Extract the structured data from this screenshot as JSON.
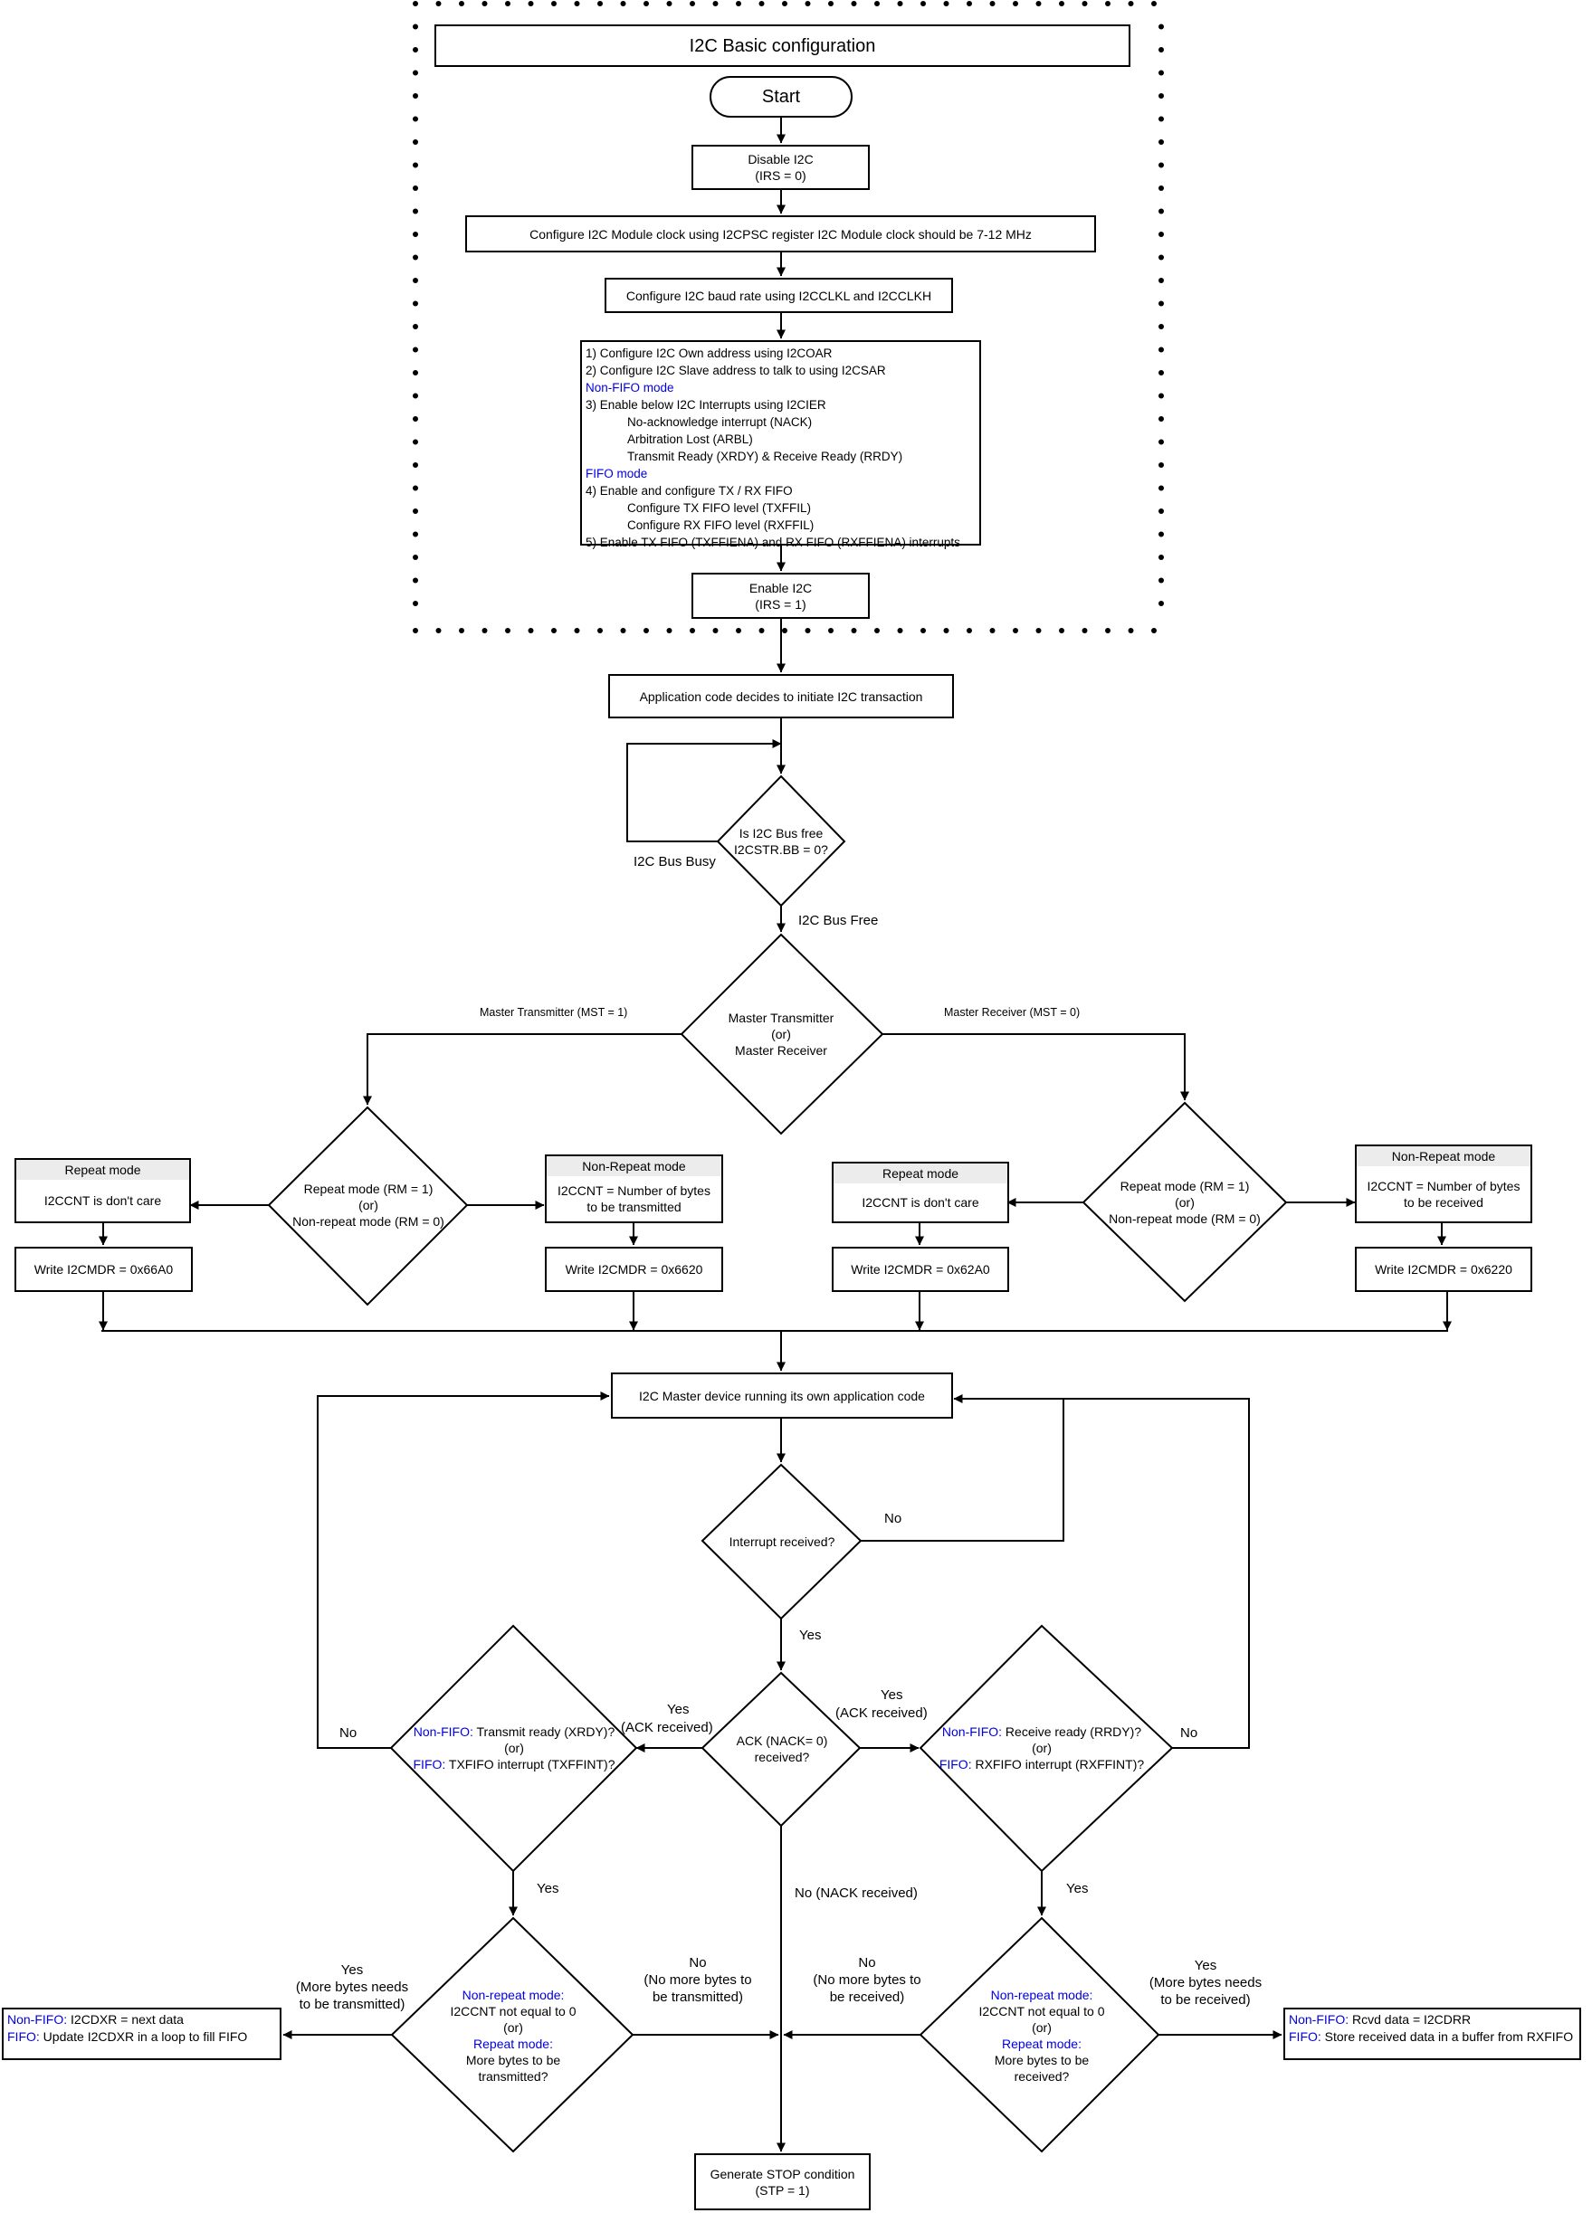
{
  "basic_config_title": "I2C Basic configuration",
  "start": "Start",
  "disable": [
    "Disable I2C",
    "(IRS = 0)"
  ],
  "clock": "Configure I2C Module clock using I2CPSC register I2C Module clock should be 7-12 MHz",
  "baud": "Configure I2C baud rate using I2CCLKL and I2CCLKH",
  "config_list": {
    "l1": "1) Configure I2C Own address using I2COAR",
    "l2": "2) Configure I2C Slave address to talk to using I2CSAR",
    "nonfifo_heading": "Non-FIFO mode",
    "l3": "3) Enable below I2C Interrupts using I2CIER",
    "l3a": "No-acknowledge interrupt (NACK)",
    "l3b": "Arbitration Lost (ARBL)",
    "l3c": "Transmit Ready (XRDY) & Receive Ready (RRDY)",
    "fifo_heading": "FIFO mode",
    "l4": "4) Enable and configure TX / RX FIFO",
    "l4a": "Configure TX FIFO level (TXFFIL)",
    "l4b": "Configure RX FIFO level (RXFFIL)",
    "l5": "5) Enable TX FIFO (TXFFIENA) and RX FIFO (RXFFIENA) interrupts"
  },
  "enable": [
    "Enable I2C",
    "(IRS = 1)"
  ],
  "app_decides": "Application code decides to  initiate I2C transaction",
  "bus_free_q": [
    "Is I2C Bus free",
    "I2CSTR.BB = 0?"
  ],
  "bus_busy_label": "I2C Bus Busy",
  "bus_free_label": "I2C Bus Free",
  "mt_mr_q": [
    "Master Transmitter",
    "(or)",
    "Master Receiver"
  ],
  "mt_label": "Master Transmitter (MST = 1)",
  "mr_label": "Master Receiver (MST = 0)",
  "rm_q": [
    "Repeat mode (RM = 1)",
    "(or)",
    "Non-repeat mode (RM = 0)"
  ],
  "tx_repeat": {
    "header": "Repeat mode",
    "body": "I2CCNT is don't care",
    "write": "Write I2CMDR = 0x66A0"
  },
  "tx_nonrepeat": {
    "header": "Non-Repeat mode",
    "body": [
      "I2CCNT = Number of bytes",
      "to be transmitted"
    ],
    "write": "Write I2CMDR = 0x6620"
  },
  "rx_repeat": {
    "header": "Repeat mode",
    "body": "I2CCNT is don't care",
    "write": "Write I2CMDR = 0x62A0"
  },
  "rx_nonrepeat": {
    "header": "Non-Repeat mode",
    "body": [
      "I2CCNT = Number of bytes",
      "to be received"
    ],
    "write": "Write I2CMDR = 0x6220"
  },
  "master_running": "I2C Master device running its own application code",
  "int_q": "Interrupt received?",
  "no": "No",
  "yes": "Yes",
  "ack_q": [
    "ACK (NACK= 0)",
    "received?"
  ],
  "ack_received": "(ACK received)",
  "nack_received": "No (NACK received)",
  "tx_ready_q": {
    "nf": "Non-FIFO:",
    "nf_text": " Transmit ready (XRDY)?",
    "or": "(or)",
    "f": "FIFO:",
    "f_text": " TXFIFO interrupt (TXFFINT)?"
  },
  "rx_ready_q": {
    "nf": "Non-FIFO:",
    "nf_text": " Receive ready (RRDY)?",
    "or": "(or)",
    "f": "FIFO:",
    "f_text": " RXFIFO interrupt (RXFFINT)?"
  },
  "tx_more_q": {
    "nr": "Non-repeat mode:",
    "l1": "I2CCNT not equal to 0",
    "or": "(or)",
    "r": "Repeat mode:",
    "l2": "More bytes to be",
    "l3": "transmitted?"
  },
  "rx_more_q": {
    "nr": "Non-repeat mode:",
    "l1": "I2CCNT not equal to 0",
    "or": "(or)",
    "r": "Repeat mode:",
    "l2": "More bytes to be",
    "l3": "received?"
  },
  "tx_yes_more": [
    "(More bytes needs",
    "to be transmitted)"
  ],
  "tx_no_more": [
    "(No more bytes to",
    "be transmitted)"
  ],
  "rx_no_more": [
    "(No more bytes to",
    "be received)"
  ],
  "rx_yes_more": [
    "(More bytes needs",
    "to be received)"
  ],
  "tx_action": {
    "nf": "Non-FIFO:",
    "nf_text": " I2CDXR = next data",
    "f": "FIFO:",
    "f_text": " Update I2CDXR in a loop to fill FIFO"
  },
  "rx_action": {
    "nf": "Non-FIFO:",
    "nf_text": " Rcvd data = I2CDRR",
    "f": "FIFO:",
    "f_text": " Store received data in a buffer from RXFIFO"
  },
  "stop": [
    "Generate STOP condition",
    "(STP = 1)"
  ],
  "colors": {
    "line": "#000000",
    "blue_text": "#0000e0",
    "header_fill": "#ececec"
  }
}
